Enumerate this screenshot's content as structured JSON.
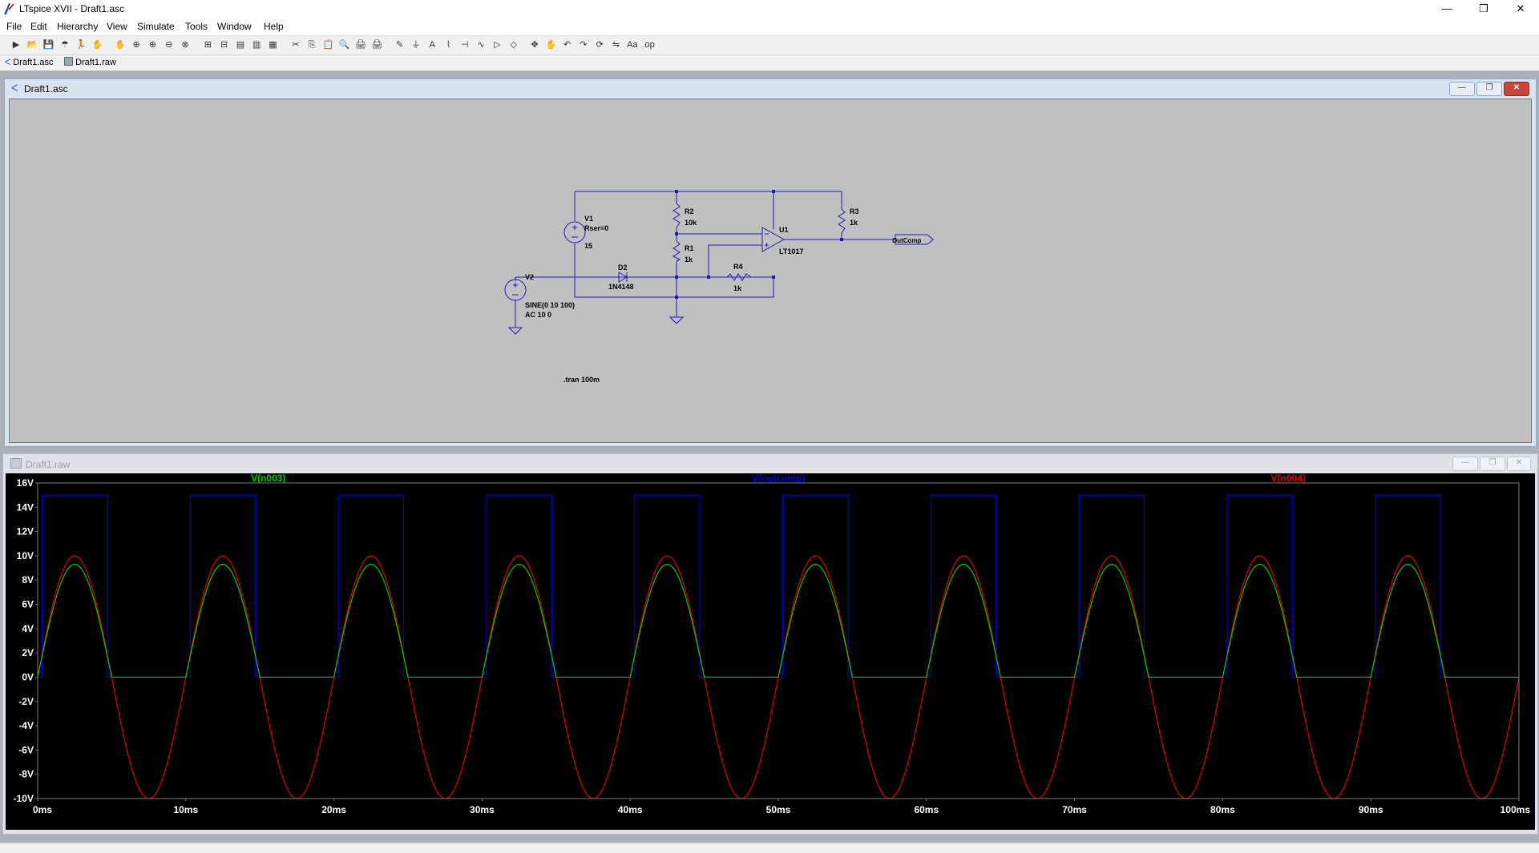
{
  "window": {
    "title": "LTspice XVII - Draft1.asc",
    "min_symbol": "—",
    "max_symbol": "❐",
    "close_symbol": "✕"
  },
  "menu": [
    "File",
    "Edit",
    "Hierarchy",
    "View",
    "Simulate",
    "Tools",
    "Window",
    "Help"
  ],
  "toolbar": {
    "icons": [
      "new-schematic-icon",
      "open-icon",
      "save-icon",
      "control-panel-icon",
      "run-icon",
      "halt-icon",
      "pan-icon",
      "zoom-in-icon",
      "zoom-full-icon",
      "zoom-out-icon",
      "zoom-fit-icon",
      "autorange-icon",
      "restore-icon",
      "tile-horizontal-icon",
      "cascade-icon",
      "tile-vertical-icon",
      "cut-icon",
      "copy-icon",
      "paste-icon",
      "find-icon",
      "print-icon",
      "print-preview-icon",
      "wire-icon",
      "ground-icon",
      "label-net-icon",
      "resistor-icon",
      "capacitor-icon",
      "inductor-icon",
      "diode-icon",
      "component-icon",
      "move-icon",
      "drag-icon",
      "undo-icon",
      "redo-icon",
      "rotate-icon",
      "mirror-icon",
      "text-icon",
      "spice-directive-icon"
    ]
  },
  "tabs": [
    {
      "label": "Draft1.asc"
    },
    {
      "label": "Draft1.raw"
    }
  ],
  "schematic_window": {
    "title": "Draft1.asc",
    "components": {
      "V1": {
        "name": "V1",
        "param": "Rser=0",
        "value": "15"
      },
      "V2": {
        "name": "V2",
        "value": "SINE(0 10 100)",
        "ac": "AC 10 0"
      },
      "D2": {
        "name": "D2",
        "value": "1N4148"
      },
      "R1": {
        "name": "R1",
        "value": "1k"
      },
      "R2": {
        "name": "R2",
        "value": "10k"
      },
      "R3": {
        "name": "R3",
        "value": "1k"
      },
      "R4": {
        "name": "R4",
        "value": "1k"
      },
      "U1": {
        "name": "U1",
        "value": "LT1017"
      }
    },
    "net_label": "OutComp",
    "directive": ".tran 100m"
  },
  "waveform_window": {
    "title": "Draft1.raw"
  },
  "chart_data": {
    "type": "line",
    "x_unit": "s",
    "xlim": [
      0,
      0.1
    ],
    "ylim": [
      -10,
      16
    ],
    "x_ticks": [
      "0ms",
      "10ms",
      "20ms",
      "30ms",
      "40ms",
      "50ms",
      "60ms",
      "70ms",
      "80ms",
      "90ms",
      "100ms"
    ],
    "y_ticks": [
      "16V",
      "14V",
      "12V",
      "10V",
      "8V",
      "6V",
      "4V",
      "2V",
      "0V",
      "-2V",
      "-4V",
      "-6V",
      "-8V",
      "-10V"
    ],
    "grid": false,
    "legend_placement": "top",
    "series": [
      {
        "name": "V(n003)",
        "color": "#00cc00",
        "shape": "half-wave rectified sine",
        "frequency_hz": 100,
        "peak_v": 9.3,
        "min_v": 0
      },
      {
        "name": "V(outcomp)",
        "color": "#0000d8",
        "shape": "square",
        "frequency_hz": 100,
        "high_v": 15,
        "low_v": 0,
        "high_start_ms": 0.3,
        "high_end_ms": 4.7
      },
      {
        "name": "V(n004)",
        "color": "#e00000",
        "shape": "sine",
        "frequency_hz": 100,
        "amplitude_v": 10
      }
    ]
  }
}
